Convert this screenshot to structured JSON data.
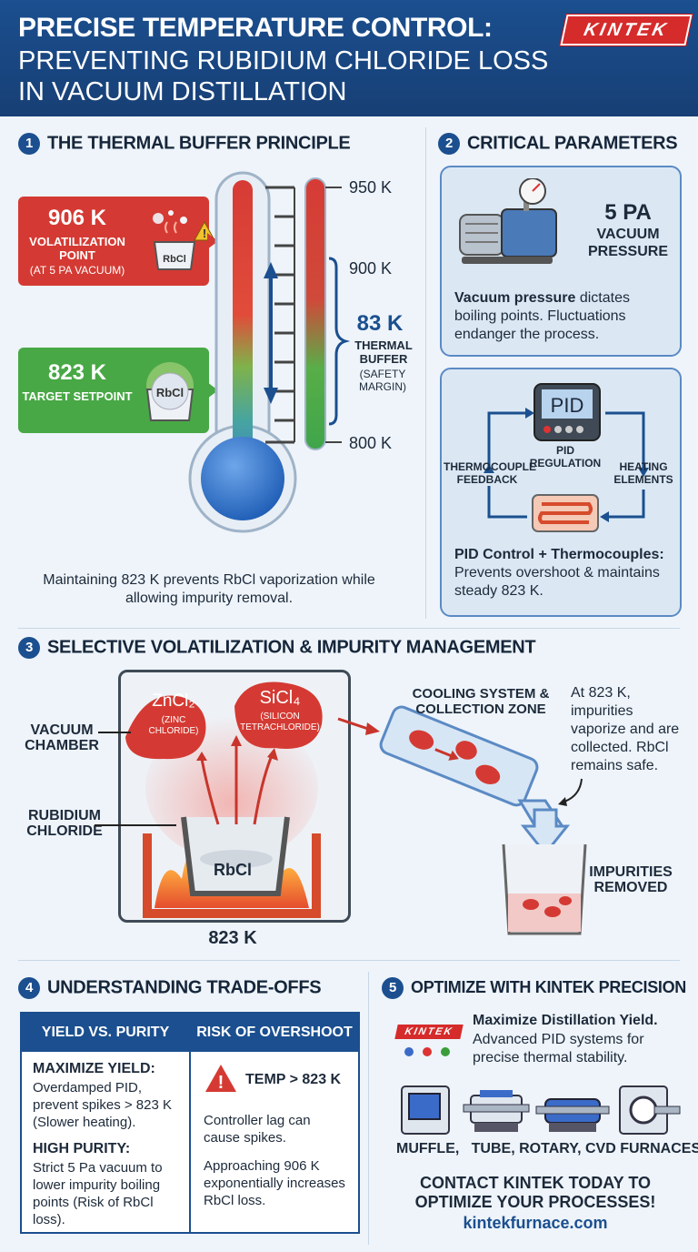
{
  "header": {
    "title_line1": "PRECISE TEMPERATURE CONTROL:",
    "title_line2": "PREVENTING RUBIDIUM CHLORIDE LOSS IN VACUUM DISTILLATION",
    "logo": "KINTEK"
  },
  "section1": {
    "number": "1",
    "heading": "THE THERMAL BUFFER PRINCIPLE",
    "volatilization": {
      "value": "906 K",
      "label": "VOLATILIZATION POINT",
      "sub": "(AT 5 PA VACUUM)",
      "vessel": "RbCl"
    },
    "target": {
      "value": "823 K",
      "label": "TARGET SETPOINT",
      "vessel": "RbCl"
    },
    "ticks": [
      "950 K",
      "900 K",
      "800 K"
    ],
    "buffer": {
      "value": "83 K",
      "label": "THERMAL BUFFER",
      "sub": "(SAFETY MARGIN)"
    },
    "caption": "Maintaining 823 K prevents RbCl vaporization while allowing impurity removal."
  },
  "section2": {
    "number": "2",
    "heading": "CRITICAL PARAMETERS",
    "vacuum": {
      "value": "5 PA",
      "label": "VACUUM PRESSURE",
      "text_bold": "Vacuum pressure",
      "text_rest": " dictates boiling points. Fluctuations endanger the process."
    },
    "pid": {
      "display": "PID",
      "regulation": "PID REGULATION",
      "feedback": "THERMOCOUPLE FEEDBACK",
      "heating": "HEATING ELEMENTS",
      "text_bold": "PID Control + Thermocouples:",
      "text_rest": "Prevents overshoot & maintains steady 823 K."
    }
  },
  "section3": {
    "number": "3",
    "heading": "SELECTIVE VOLATILIZATION & IMPURITY MANAGEMENT",
    "vacuum_chamber": "VACUUM CHAMBER",
    "rubidium": "RUBIDIUM CHLORIDE",
    "crucible": "RbCl",
    "zncl": {
      "formula": "ZnCl₂",
      "name": "(ZINC CHLORIDE)"
    },
    "sicl": {
      "formula": "SiCl₄",
      "name": "(SILICON TETRACHLORIDE)"
    },
    "cooling": "COOLING SYSTEM & COLLECTION ZONE",
    "note": "At 823 K, impurities vaporize and are collected. RbCl remains safe.",
    "impurities": "IMPURITIES REMOVED",
    "temp": "823 K"
  },
  "section4": {
    "number": "4",
    "heading": "UNDERSTANDING TRADE-OFFS",
    "col1_head": "YIELD VS. PURITY",
    "col2_head": "RISK OF OVERSHOOT",
    "yield_title": "MAXIMIZE YIELD:",
    "yield_text": "Overdamped PID, prevent spikes > 823 K (Slower heating).",
    "purity_title": "HIGH PURITY:",
    "purity_text": "Strict 5 Pa vacuum to lower impurity boiling points (Risk of RbCl loss).",
    "overshoot_title": "TEMP > 823 K",
    "overshoot_text1": "Controller lag can cause spikes.",
    "overshoot_text2": "Approaching 906 K exponentially increases RbCl loss."
  },
  "section5": {
    "number": "5",
    "heading": "OPTIMIZE WITH KINTEK PRECISION",
    "logo": "KINTEK",
    "bold": "Maximize Distillation Yield.",
    "text": "Advanced PID systems for precise thermal stability.",
    "furnaces": "MUFFLE,   TUBE, ROTARY, CVD FURNACES",
    "cta": "CONTACT KINTEK TODAY TO OPTIMIZE YOUR PROCESSES!",
    "url": "kintekfurnace.com"
  }
}
